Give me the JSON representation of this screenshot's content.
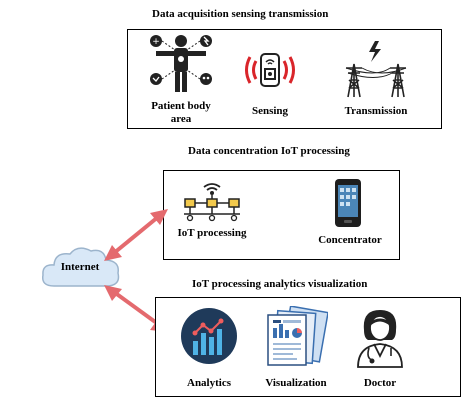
{
  "section1": {
    "title": "Data acquisition sensing transmission",
    "items": [
      {
        "label_line1": "Patient body",
        "label_line2": "area",
        "icon": "patient-body-icon"
      },
      {
        "label": "Sensing",
        "icon": "sensor-icon"
      },
      {
        "label": "Transmission",
        "icon": "transmission-tower-icon"
      }
    ]
  },
  "section2": {
    "title": "Data concentration IoT processing",
    "items": [
      {
        "label": "IoT processing",
        "icon": "iot-network-icon"
      },
      {
        "label": "Concentrator",
        "icon": "smartphone-icon"
      }
    ]
  },
  "section3": {
    "title": "IoT processing analytics visualization",
    "items": [
      {
        "label": "Analytics",
        "icon": "analytics-chart-icon"
      },
      {
        "label": "Visualization",
        "icon": "report-documents-icon"
      },
      {
        "label": "Doctor",
        "icon": "doctor-icon"
      }
    ]
  },
  "cloud": {
    "label": "Internet",
    "icon": "cloud-icon"
  },
  "colors": {
    "arrow": "#e46a6e",
    "cloud_fill": "#d9e8f7",
    "cloud_stroke": "#9cb4cc",
    "accent_red": "#d9252a",
    "node_yellow": "#f2c94c",
    "analytics_bg": "#1f3a5a"
  }
}
